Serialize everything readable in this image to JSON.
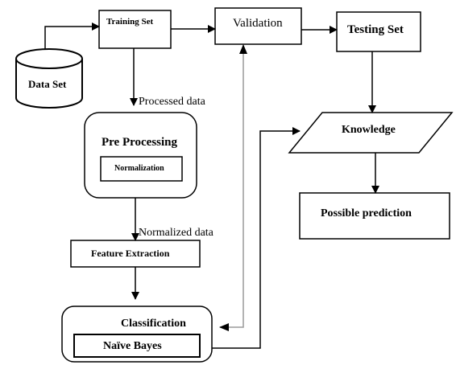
{
  "nodes": {
    "data_set": "Data Set",
    "training_set": "Training Set",
    "validation": "Validation",
    "testing_set": "Testing Set",
    "pre_processing": "Pre Processing",
    "normalization": "Normalization",
    "feature_extraction": "Feature Extraction",
    "classification": "Classification",
    "naive_bayes": "Naïve Bayes",
    "knowledge": "Knowledge",
    "possible_prediction": "Possible prediction"
  },
  "edge_labels": {
    "processed_data": "Processed data",
    "normalized_data": "Normalized data"
  },
  "colors": {
    "stroke": "#000000",
    "validation_link": "#9a9a9a"
  }
}
